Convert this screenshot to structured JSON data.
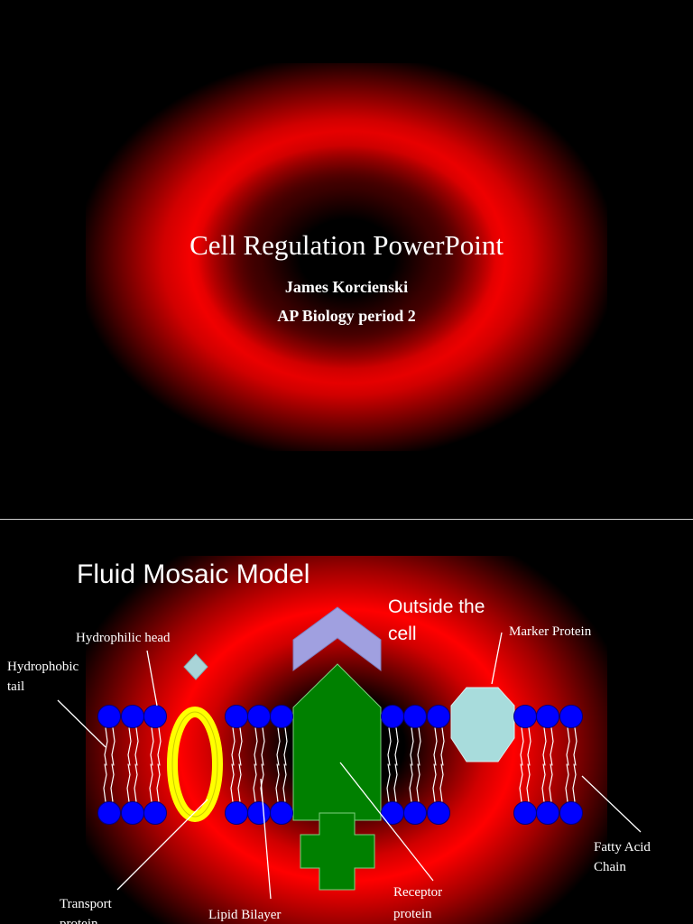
{
  "slide1": {
    "title": "Cell Regulation PowerPoint",
    "author": "James Korcienski",
    "course": "AP Biology period 2"
  },
  "slide2": {
    "title": "Fluid Mosaic Model",
    "outside_line1": "Outside the",
    "outside_line2": "cell",
    "labels": {
      "hydrophilic_head": "Hydrophilic head",
      "hydrophobic_line1": "Hydrophobic",
      "hydrophobic_line2": "tail",
      "marker_protein": "Marker Protein",
      "fatty_line1": "Fatty Acid",
      "fatty_line2": "Chain",
      "transport_line1": "Transport",
      "transport_line2": "protein",
      "lipid_bilayer": "Lipid Bilayer",
      "receptor_line1": "Receptor",
      "receptor_line2": "protein"
    }
  },
  "colors": {
    "background": "#000000",
    "glow_red": "#ff0000",
    "phospholipid_head": "#0000ff",
    "receptor": "#008000",
    "transport": "#ffff00",
    "marker": "#a8dcdc",
    "signal_chevron": "#a0a0e0"
  }
}
